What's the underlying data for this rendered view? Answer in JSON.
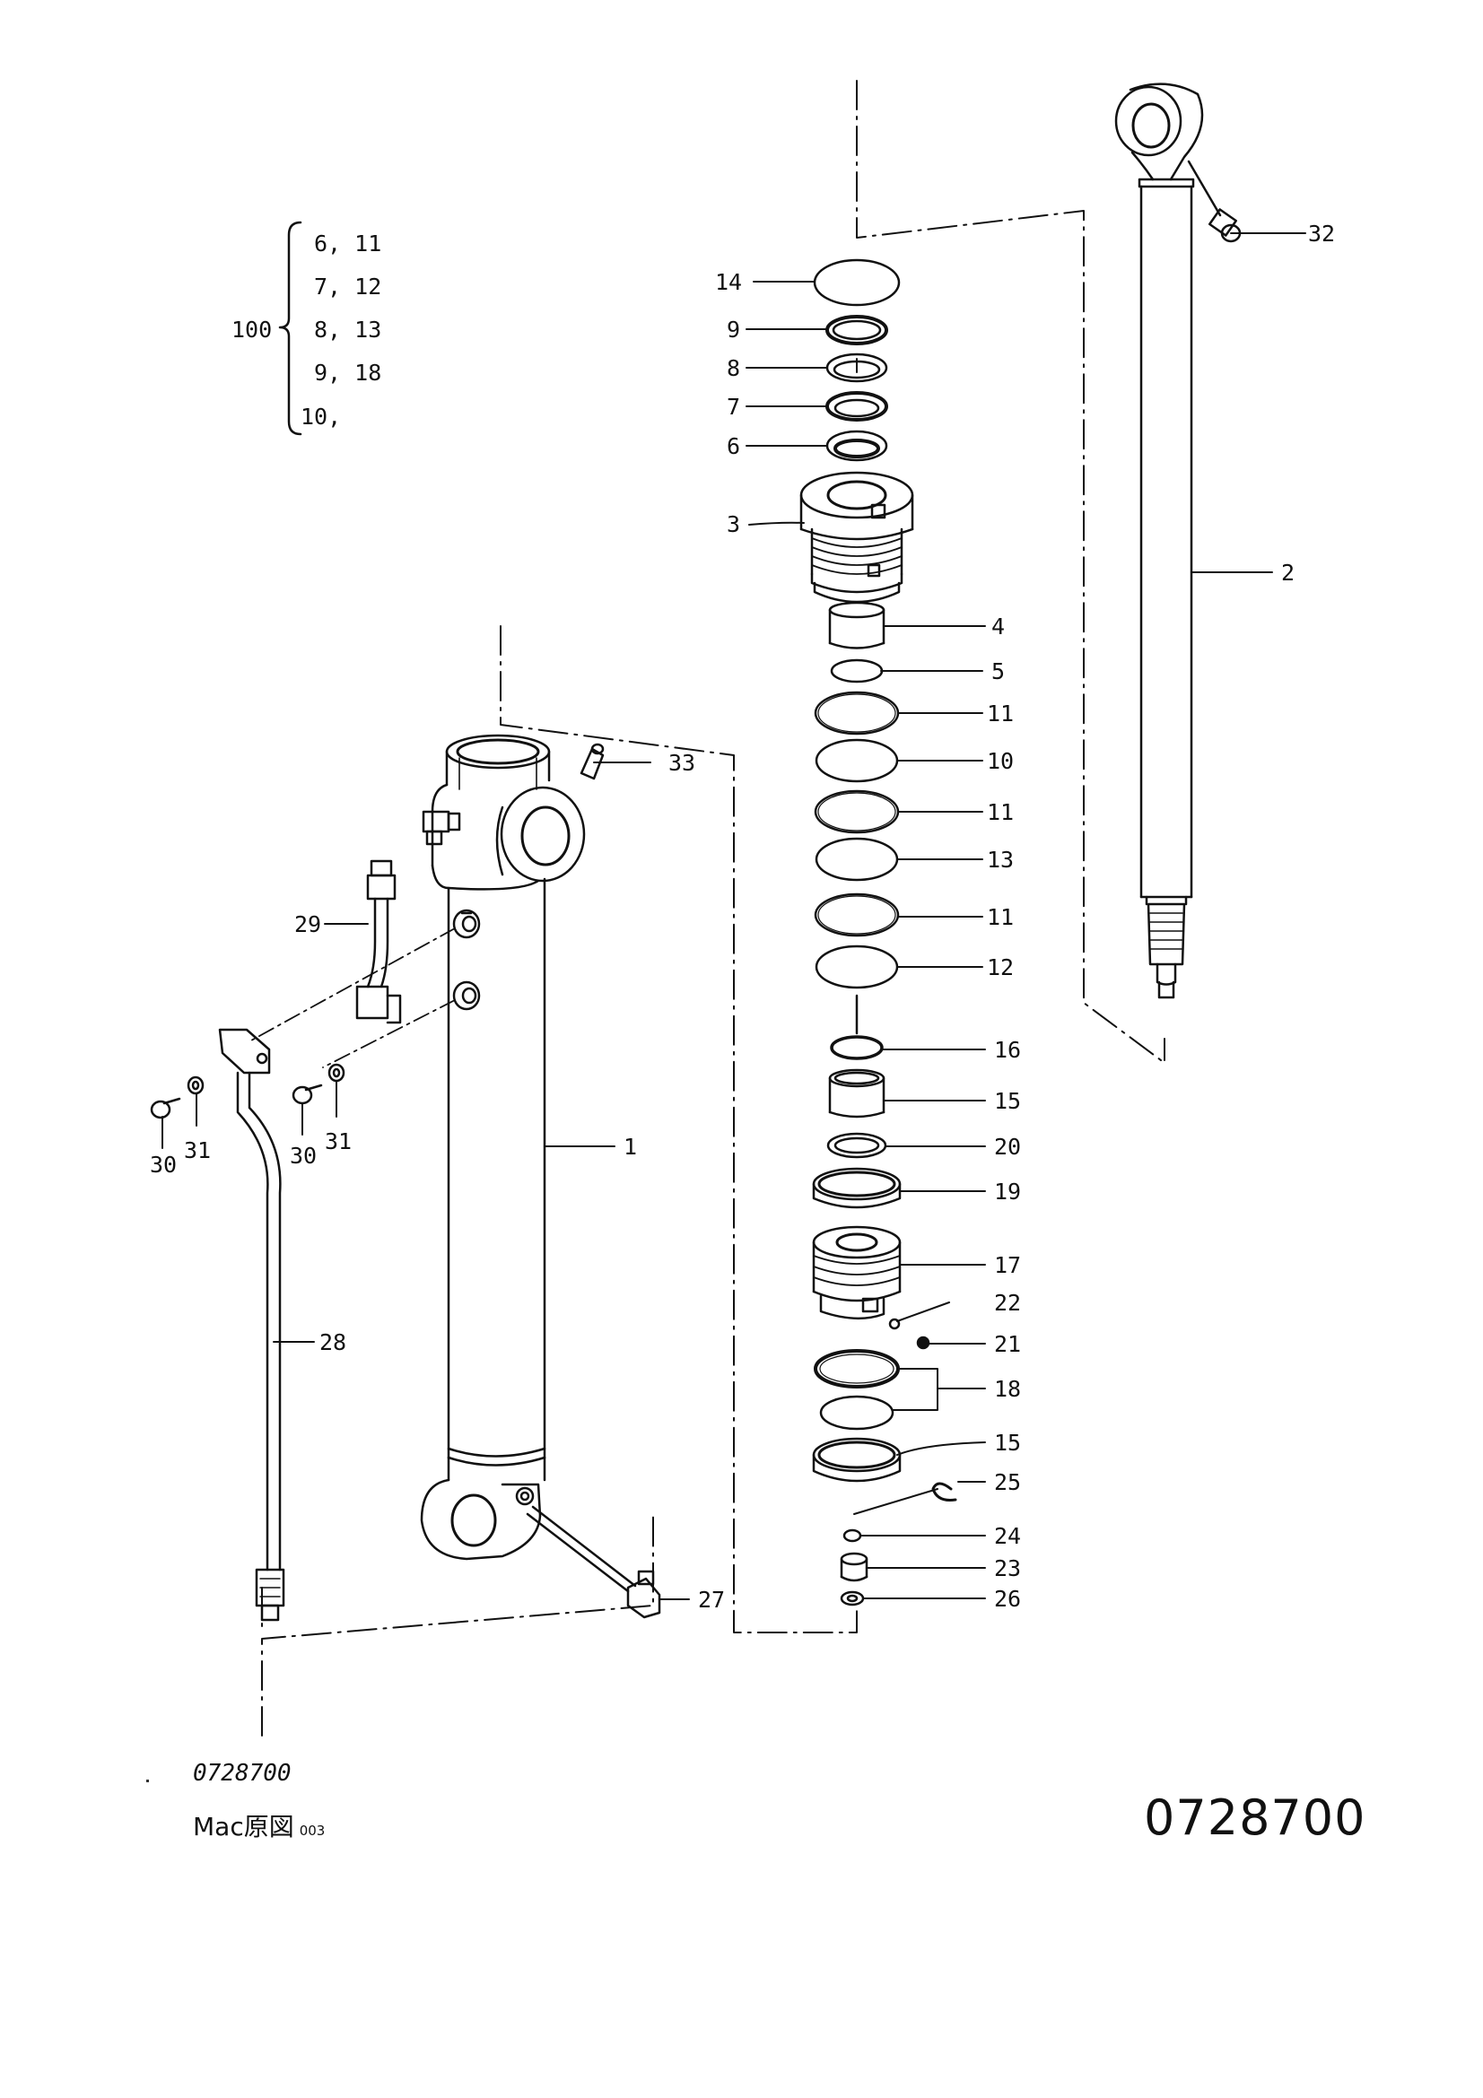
{
  "title_code": "0728700",
  "drawing_code": "0728700",
  "source_note": "Mac原図",
  "source_sub": "003",
  "kit": {
    "number": "100",
    "rows": [
      "6, 11",
      "7, 12",
      "8, 13",
      "9, 18",
      "10,"
    ]
  },
  "callouts": {
    "p1": "1",
    "p2": "2",
    "p3": "3",
    "p4": "4",
    "p5": "5",
    "p6": "6",
    "p7": "7",
    "p8": "8",
    "p9": "9",
    "p10": "10",
    "p11a": "11",
    "p11b": "11",
    "p11c": "11",
    "p12": "12",
    "p13": "13",
    "p14": "14",
    "p15a": "15",
    "p15b": "15",
    "p16": "16",
    "p17": "17",
    "p18": "18",
    "p19": "19",
    "p20": "20",
    "p21": "21",
    "p22": "22",
    "p23": "23",
    "p24": "24",
    "p25": "25",
    "p26": "26",
    "p27": "27",
    "p28": "28",
    "p29": "29",
    "p30a": "30",
    "p30b": "30",
    "p31a": "31",
    "p31b": "31",
    "p32": "32",
    "p33": "33"
  }
}
